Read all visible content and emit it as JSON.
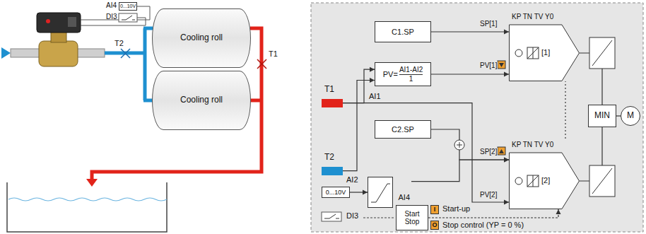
{
  "diagram": {
    "nodes": [
      {
        "text": [
          "Cooling roll"
        ]
      },
      {
        "text": [
          "Cooling roll"
        ]
      },
      {
        "text": [
          "T1"
        ]
      },
      {
        "text": [
          "T2"
        ]
      },
      {
        "text": [
          "C1.SP"
        ]
      },
      {
        "text": [
          "PV=",
          "AI1-AI2",
          "1"
        ]
      },
      {
        "text": [
          "C2.SP"
        ]
      },
      {
        "text": [
          "0...10V"
        ]
      },
      {
        "text": [
          "AI4"
        ]
      },
      {
        "text": [
          "KP TN TV Y0",
          "[1]"
        ]
      },
      {
        "text": [
          "KP TN TV Y0",
          "[2]"
        ]
      },
      {
        "text": [
          "MIN"
        ]
      },
      {
        "text": [
          "M"
        ]
      },
      {
        "text": [
          "Start",
          "Stop"
        ]
      },
      {
        "text": [
          "I"
        ]
      },
      {
        "text": [
          "O"
        ]
      },
      {
        "text": [
          "0...10V"
        ]
      }
    ],
    "edges": [
      {
        "from": 2,
        "to": 5,
        "arrow": "to"
      },
      {
        "from": 2,
        "to": 10,
        "label": "PV[2]",
        "arrow": "to"
      },
      {
        "from": 3,
        "to": 5,
        "arrow": "to"
      },
      {
        "from": 4,
        "to": 9,
        "label": "SP[1]",
        "arrow": "to"
      },
      {
        "from": 5,
        "to": 9,
        "label": "PV[1]",
        "arrow": "to"
      },
      {
        "from": 6,
        "to": 10,
        "label": "SP[2]",
        "arrow": "to"
      },
      {
        "from": 8,
        "to": 10,
        "arrow": "to"
      },
      {
        "from": 7,
        "to": 8,
        "arrow": "to"
      },
      {
        "from": 9,
        "to": 11,
        "arrow": "none"
      },
      {
        "from": 10,
        "to": 11,
        "arrow": "none"
      },
      {
        "from": 11,
        "to": 12,
        "arrow": "none"
      },
      {
        "from": 13,
        "to": 10,
        "arrow": "to"
      },
      {
        "from": 10,
        "to": 9,
        "arrow": "none"
      }
    ],
    "labels": [
      "AI4",
      "DI3",
      "T2",
      "T1",
      "AI1",
      "AI2",
      "DI3",
      "Start-up",
      "Stop control (YP = 0 %)"
    ]
  }
}
